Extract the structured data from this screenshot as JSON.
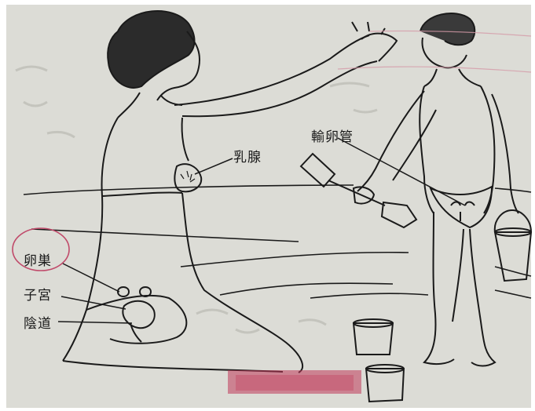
{
  "labels": {
    "mammary_gland": "乳腺",
    "oviduct": "輸卵管",
    "ovary": "卵巣",
    "uterus": "子宮",
    "vagina": "陰道"
  },
  "colors": {
    "paper": "#dcdcd6",
    "ink": "#1a1a1a",
    "pink_mark": "#c04a6a",
    "red_stamp": "#c0395a"
  }
}
